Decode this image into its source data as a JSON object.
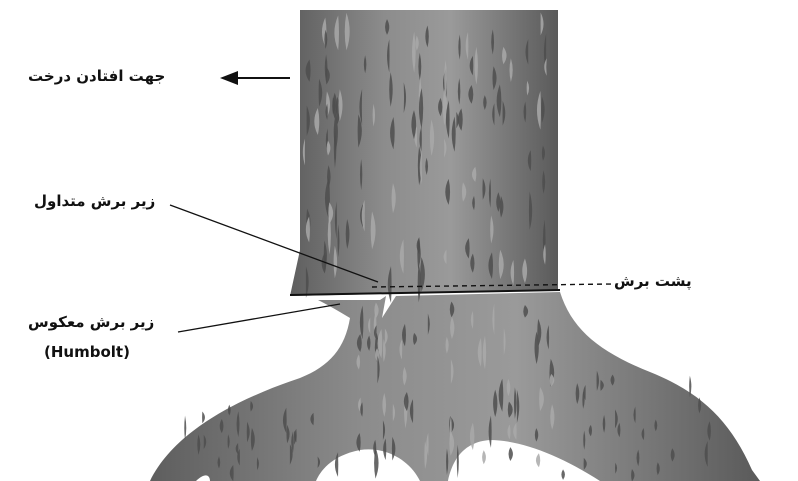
{
  "labels": {
    "fall_direction": "جهت افتادن درخت",
    "conventional_undercut": "زیر برش متداول",
    "back_cut": "پشت برش",
    "reverse_undercut": "زیر برش معکوس",
    "humbolt": "(Humbolt)"
  },
  "colors": {
    "bark": "#7a7a7a",
    "bark_shadow": "#4e4e4e",
    "bark_light": "#a9a9a9",
    "ink": "#111111"
  }
}
